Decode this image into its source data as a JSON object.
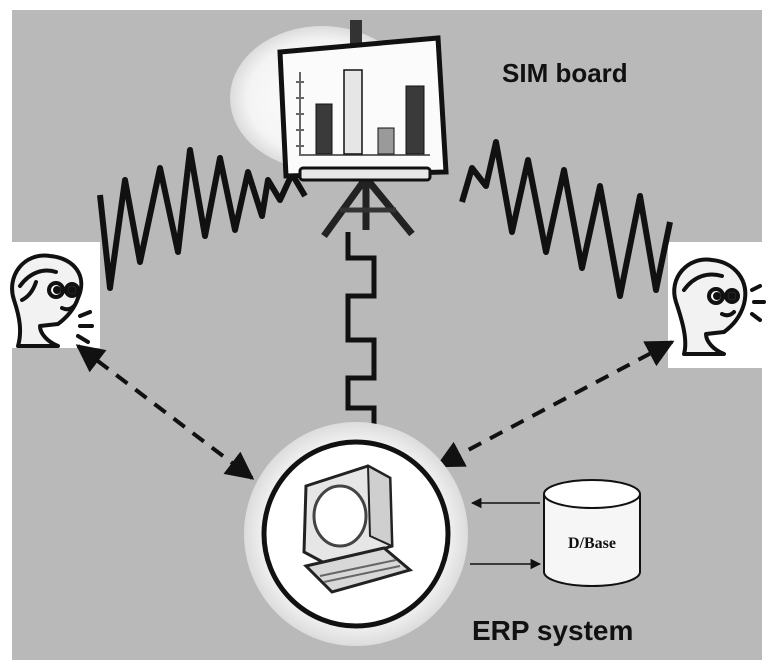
{
  "labels": {
    "sim_board": "SIM board",
    "erp_system": "ERP system",
    "database": "D/Base"
  },
  "colors": {
    "background": "#b9b9b9",
    "panel": "#ffffff",
    "ink": "#111111"
  },
  "icons": [
    "easel-chart-icon",
    "person-left-icon",
    "person-right-icon",
    "computer-icon",
    "database-icon"
  ]
}
